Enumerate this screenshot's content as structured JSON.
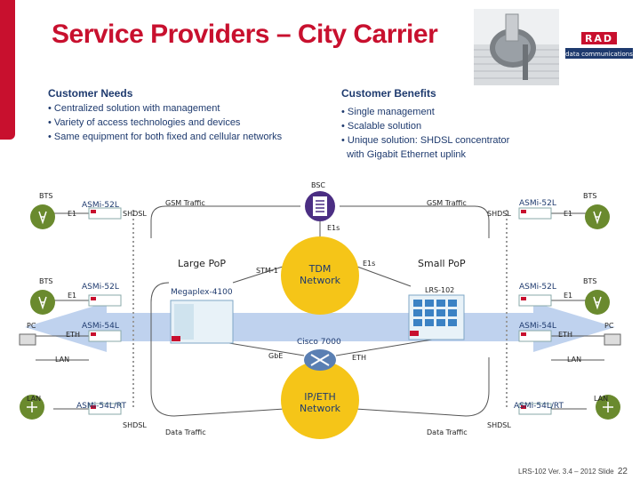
{
  "slide": {
    "title": "Service Providers – City Carrier",
    "footer": "LRS-102 Ver. 3.4 – 2012 Slide",
    "page_number": "22",
    "logo_text": "RAD",
    "logo_subtext": "data communications"
  },
  "needs": {
    "heading": "Customer Needs",
    "items": [
      "• Centralized solution with management",
      "• Variety of access technologies and devices",
      "• Same equipment for both fixed and cellular networks"
    ]
  },
  "benefits": {
    "heading": "Customer Benefits",
    "items": [
      "• Single management",
      "• Scalable solution",
      "• Unique solution: SHDSL concentrator",
      "  with Gigabit Ethernet uplink"
    ]
  },
  "diagram": {
    "bts": "BTS",
    "e1": "E1",
    "pc": "PC",
    "lan": "LAN",
    "eth": "ETH",
    "shdsl": "SHDSL",
    "asmi52l": "ASMi-52L",
    "asmi54l": "ASMi-54L",
    "asmi54lrt": "ASMi-54L/RT",
    "gsm_traffic": "GSM Traffic",
    "data_traffic": "Data Traffic",
    "bsc": "BSC",
    "e1s": "E1s",
    "stm1": "STM-1",
    "gbe": "GbE",
    "large_pop": "Large PoP",
    "small_pop": "Small PoP",
    "megaplex": "Megaplex-4100",
    "lrs": "LRS-102",
    "cisco": "Cisco 7000",
    "tdm_network": "TDM\nNetwork",
    "ip_network": "IP/ETH\nNetwork",
    "colors": {
      "accent_red": "#c8102e",
      "navy": "#1e3a6e",
      "band_blue": "#a9c3e8",
      "cloud_yellow": "#f5c518",
      "device_green": "#6a8a2e",
      "bsc_purple": "#4b2e83"
    }
  }
}
